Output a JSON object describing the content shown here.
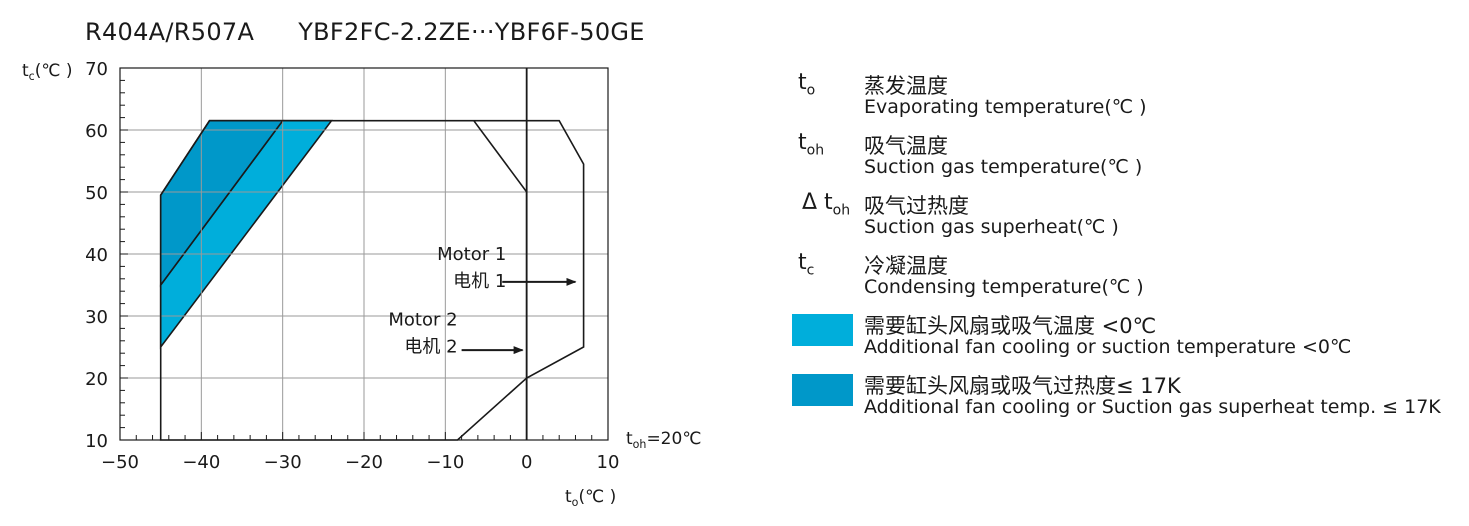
{
  "title": {
    "refrigerant": "R404A/R507A",
    "models": "YBF2FC-2.2ZE···YBF6F-50GE"
  },
  "chart_data": {
    "type": "area",
    "xlabel": "t",
    "xlabel_sub": "o",
    "xlabel_unit": "(℃ )",
    "ylabel": "t",
    "ylabel_sub": "c",
    "ylabel_unit": "(℃ )",
    "xlim": [
      -50,
      10
    ],
    "ylim": [
      10,
      70
    ],
    "x_ticks": [
      -50,
      -40,
      -30,
      -20,
      -10,
      0,
      10
    ],
    "x_tick_labels": [
      "−50",
      "−40",
      "−30",
      "−20",
      "−10",
      "0",
      "10"
    ],
    "y_ticks": [
      10,
      20,
      30,
      40,
      50,
      60,
      70
    ],
    "y_tick_labels": [
      "10",
      "20",
      "30",
      "40",
      "50",
      "60",
      "70"
    ],
    "grid": true,
    "condition_label": {
      "prefix": "t",
      "sub": "oh",
      "suffix": "=20℃"
    },
    "regions": [
      {
        "name": "motor_1_envelope",
        "fill": "none",
        "points": [
          [
            -45,
            10
          ],
          [
            -45,
            49.5
          ],
          [
            -39,
            61.5
          ],
          [
            4,
            61.5
          ],
          [
            7,
            54.5
          ],
          [
            7,
            25
          ],
          [
            0,
            20
          ],
          [
            -8.5,
            10
          ]
        ]
      },
      {
        "name": "motor_2_envelope",
        "fill": "none",
        "points": [
          [
            -6.5,
            61.5
          ],
          [
            0,
            50
          ],
          [
            0,
            10
          ]
        ]
      },
      {
        "name": "additional_fan_suction_temp",
        "fill": "#00aedb",
        "points": [
          [
            -45,
            25
          ],
          [
            -45,
            35
          ],
          [
            -30,
            61.5
          ],
          [
            -24,
            61.5
          ]
        ]
      },
      {
        "name": "additional_fan_superheat",
        "fill": "#0098c9",
        "points": [
          [
            -45,
            35
          ],
          [
            -45,
            49.5
          ],
          [
            -39,
            61.5
          ],
          [
            -30,
            61.5
          ]
        ]
      }
    ],
    "annotations": [
      {
        "line1": "Motor 1",
        "line2": "电机 1",
        "arrow_from": [
          -3,
          35.5
        ],
        "arrow_to": [
          6,
          35.5
        ],
        "text_at": [
          -2.5,
          39
        ]
      },
      {
        "line1": "Motor 2",
        "line2": "电机 2",
        "arrow_from": [
          -8,
          24.5
        ],
        "arrow_to": [
          -0.5,
          24.5
        ],
        "text_at": [
          -8.5,
          28.5
        ]
      }
    ]
  },
  "legend": {
    "items": [
      {
        "symbol": "t",
        "sub": "o",
        "zh": "蒸发温度",
        "en": "Evaporating temperature(℃ )"
      },
      {
        "symbol": "t",
        "sub": "oh",
        "zh": "吸气温度",
        "en": "Suction gas temperature(℃ )"
      },
      {
        "symbol": "Δ t",
        "sub": "oh",
        "zh": "吸气过热度",
        "en": "Suction gas superheat(℃ )"
      },
      {
        "symbol": "t",
        "sub": "c",
        "zh": "冷凝温度",
        "en": "Condensing temperature(℃ )"
      }
    ],
    "swatches": [
      {
        "color": "#00aedb",
        "zh": "需要缸头风扇或吸气温度 <0℃",
        "en": "Additional fan cooling or suction temperature <0℃"
      },
      {
        "color": "#0098c9",
        "zh": "需要缸头风扇或吸气过热度≤ 17K",
        "en": "Additional fan cooling  or Suction gas superheat temp. ≤ 17K"
      }
    ]
  }
}
